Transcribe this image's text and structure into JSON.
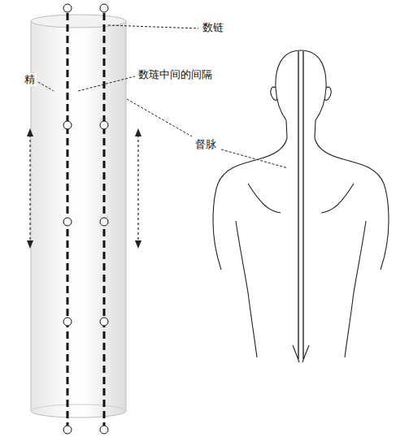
{
  "diagram": {
    "labels": [
      "数链",
      "精",
      "数琏中间的间隔",
      "督脉"
    ]
  }
}
